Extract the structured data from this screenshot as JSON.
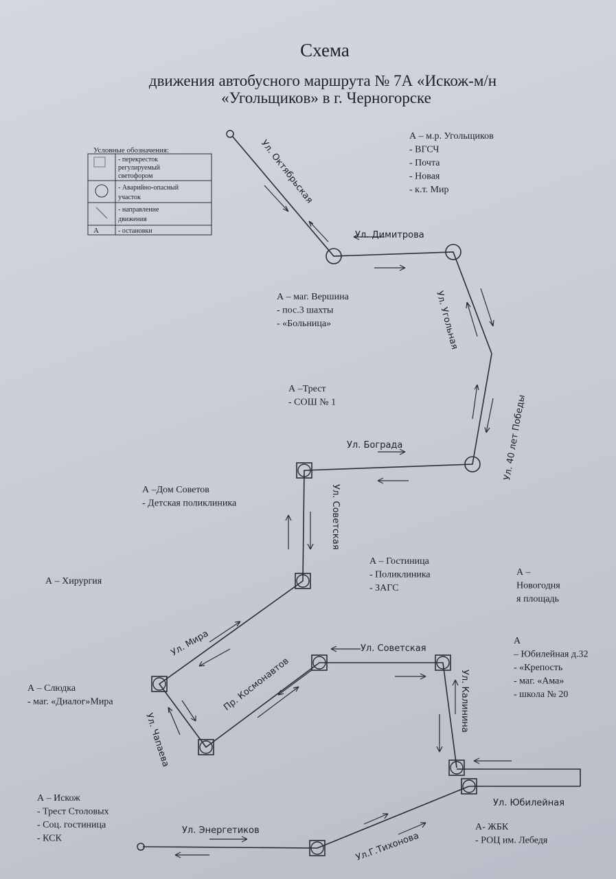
{
  "title": {
    "line1": "Схема",
    "line2": "движения автобусного маршрута № 7А «Искож-м/н",
    "line3": "«Угольщиков» в г. Черногорске"
  },
  "legend": {
    "heading": "Условные обозначения:",
    "rows": [
      {
        "symbol": "square",
        "lines": [
          "- перекресток",
          "регулируемый",
          "светофором"
        ]
      },
      {
        "symbol": "circle",
        "lines": [
          "- Аварийно-опасный",
          "участок"
        ]
      },
      {
        "symbol": "arrow",
        "lines": [
          "- направление",
          "движения"
        ]
      },
      {
        "symbol": "А",
        "lines": [
          "- остановки"
        ]
      }
    ]
  },
  "streets": {
    "oktyabrskaya": "Ул. Октябрьская",
    "dimitrova": "Ул. Димитрова",
    "ugolnaya": "Ул. Угольная",
    "pobedy": "Ул. 40 лет Победы",
    "bograda": "Ул. Бограда",
    "sovetskaya_v": "Ул. Советская",
    "mira": "Ул. Мира",
    "chapaeva": "Ул. Чапаева",
    "kosmonavtov": "Пр. Космонавтов",
    "sovetskaya_h": "Ул.  Советская",
    "kalinina": "Ул. Калинина",
    "yubileynaya": "Ул. Юбилейная",
    "tikhonova": "Ул.Г.Тихонова",
    "energetikov": "Ул. Энергетиков"
  },
  "stops": [
    {
      "id": "ugolshchikov",
      "lines": [
        "А – м.р. Угольщиков",
        "- ВГСЧ",
        "- Почта",
        "- Новая",
        "- к.т. Мир"
      ]
    },
    {
      "id": "vershina",
      "lines": [
        "А –  маг. Вершина",
        "- пос.3 шахты",
        "- «Больница»"
      ]
    },
    {
      "id": "trest",
      "lines": [
        "А –Трест",
        "- СОШ № 1"
      ]
    },
    {
      "id": "dom-sovetov",
      "lines": [
        "А –Дом Советов",
        "- Детская поликлиника"
      ]
    },
    {
      "id": "gostinitsa",
      "lines": [
        "А – Гостиница",
        "- Поликлиника",
        "- ЗАГС"
      ]
    },
    {
      "id": "khirurgiya",
      "lines": [
        "А –  Хирургия"
      ]
    },
    {
      "id": "novogodnyaya",
      "lines": [
        "А –",
        "Новогодня",
        "я площадь"
      ]
    },
    {
      "id": "yubileynaya",
      "lines": [
        "А",
        "– Юбилейная д.32",
        "-  «Крепость",
        "- маг. «Ама»",
        "-  школа № 20"
      ]
    },
    {
      "id": "slyudka",
      "lines": [
        "А – Слюдка",
        "- маг. «Диалог»Мира"
      ]
    },
    {
      "id": "iskozh",
      "lines": [
        "А – Искож",
        "- Трест Столовых",
        "- Соц. гостиница",
        "- КСК"
      ]
    },
    {
      "id": "zhbk",
      "lines": [
        "А- ЖБК",
        "- РОЦ им. Лебедя"
      ]
    }
  ]
}
